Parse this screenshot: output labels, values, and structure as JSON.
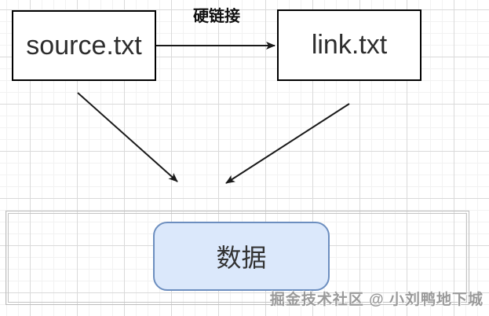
{
  "diagram": {
    "edge_label": "硬链接",
    "nodes": {
      "source": {
        "label": "source.txt"
      },
      "link": {
        "label": "link.txt"
      },
      "data": {
        "label": "数据"
      }
    },
    "watermark": "掘金技术社区 @ 小刘鸭地下城",
    "colors": {
      "node_border": "#000000",
      "node_text": "#2d2d2d",
      "data_fill": "#dbe8fb",
      "data_border": "#6c8ebf",
      "arrow": "#1a1a1a",
      "container_border": "#bcbcbc",
      "watermark_text": "#9a9a9a",
      "grid_minor": "#f2f2f2",
      "grid_major": "#dadada"
    }
  }
}
